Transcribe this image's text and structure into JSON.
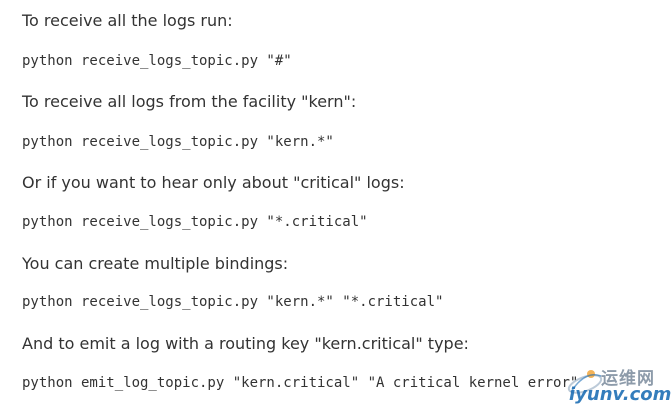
{
  "blocks": [
    {
      "type": "prose",
      "text": "To receive all the logs run:"
    },
    {
      "type": "code",
      "text": "python receive_logs_topic.py \"#\""
    },
    {
      "type": "prose",
      "text": "To receive all logs from the facility \"kern\":"
    },
    {
      "type": "code",
      "text": "python receive_logs_topic.py \"kern.*\""
    },
    {
      "type": "prose",
      "text": "Or if you want to hear only about \"critical\" logs:"
    },
    {
      "type": "code",
      "text": "python receive_logs_topic.py \"*.critical\""
    },
    {
      "type": "prose",
      "text": "You can create multiple bindings:"
    },
    {
      "type": "code",
      "text": "python receive_logs_topic.py \"kern.*\" \"*.critical\""
    },
    {
      "type": "prose",
      "text": "And to emit a log with a routing key \"kern.critical\" type:"
    },
    {
      "type": "code",
      "text": "python emit_log_topic.py \"kern.critical\" \"A critical kernel error\""
    }
  ],
  "watermark": {
    "site_name_cn": "运维网",
    "site_url": "iyunv.com",
    "colors": {
      "name": "#7a8a9c",
      "url": "#1f6fb5"
    }
  }
}
